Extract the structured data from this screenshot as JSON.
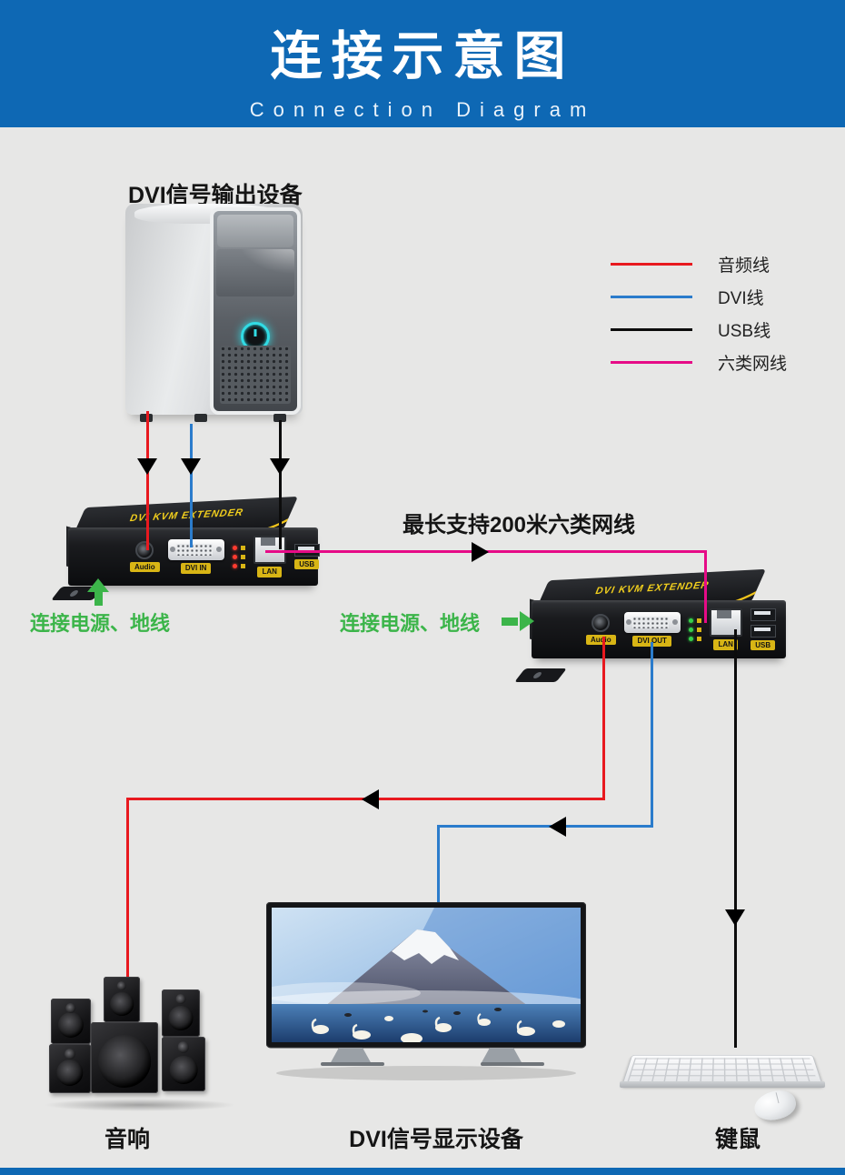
{
  "header": {
    "title": "连接示意图",
    "subtitle": "Connection Diagram",
    "bg_color": "#0e68b4"
  },
  "source_device": {
    "label": "DVI信号输出设备"
  },
  "legend": [
    {
      "label": "音频线",
      "color": "#e8191f"
    },
    {
      "label": "DVI线",
      "color": "#2b7ccc"
    },
    {
      "label": "USB线",
      "color": "#0c0c0c"
    },
    {
      "label": "六类网线",
      "color": "#e60b87"
    }
  ],
  "extenders": {
    "brand": "DVI KVM EXTENDER",
    "tx": {
      "audio": "Audio",
      "dvi": "DVI IN",
      "lan": "LAN",
      "usb": "USB"
    },
    "rx": {
      "audio": "Audio",
      "dvi": "DVI OUT",
      "lan": "LAN",
      "usb": "USB"
    }
  },
  "notes": {
    "cable_note": "最长支持200米六类网线",
    "power_note_left": "连接电源、地线",
    "power_note_right": "连接电源、地线",
    "note_color": "#3cb54a"
  },
  "bottom_labels": {
    "speaker": "音响",
    "display": "DVI信号显示设备",
    "keyboard": "键鼠"
  }
}
